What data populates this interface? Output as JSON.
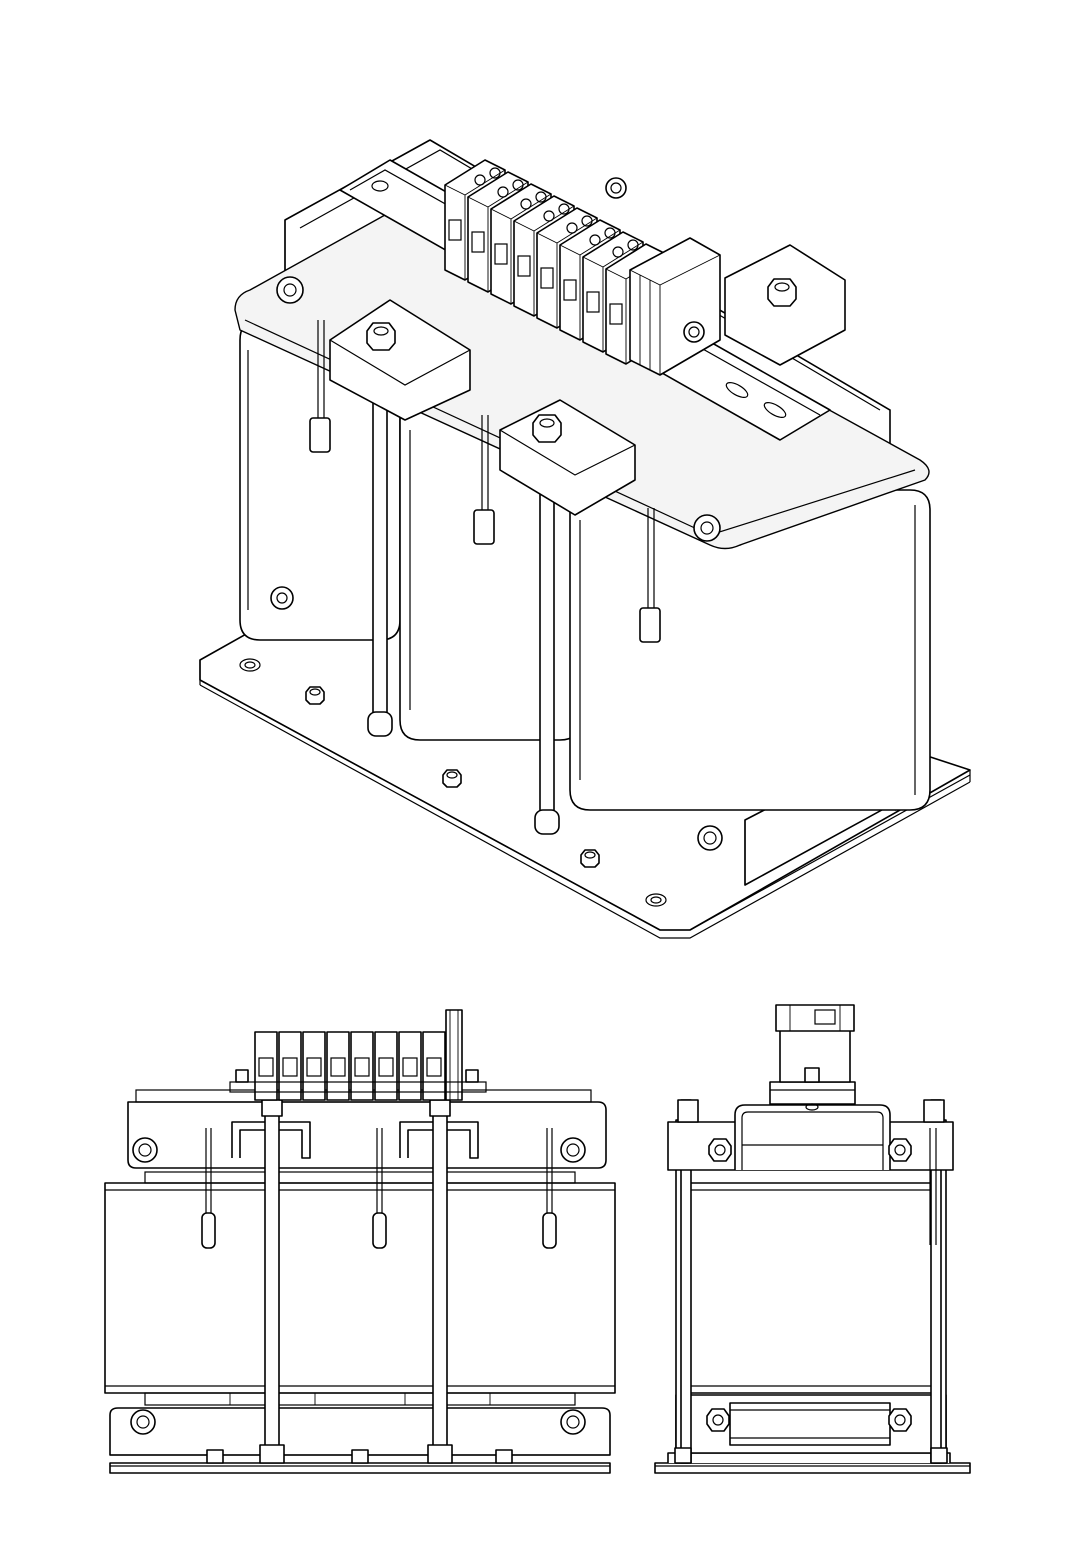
{
  "drawing": {
    "views": [
      {
        "id": "isometric-view"
      },
      {
        "id": "front-view"
      },
      {
        "id": "side-view"
      }
    ],
    "colors": {
      "line": "#000000",
      "background": "#ffffff",
      "fill": "#ffffff"
    },
    "components": {
      "coils": 3,
      "terminal_blocks": 8,
      "tie_rods": 2
    }
  }
}
